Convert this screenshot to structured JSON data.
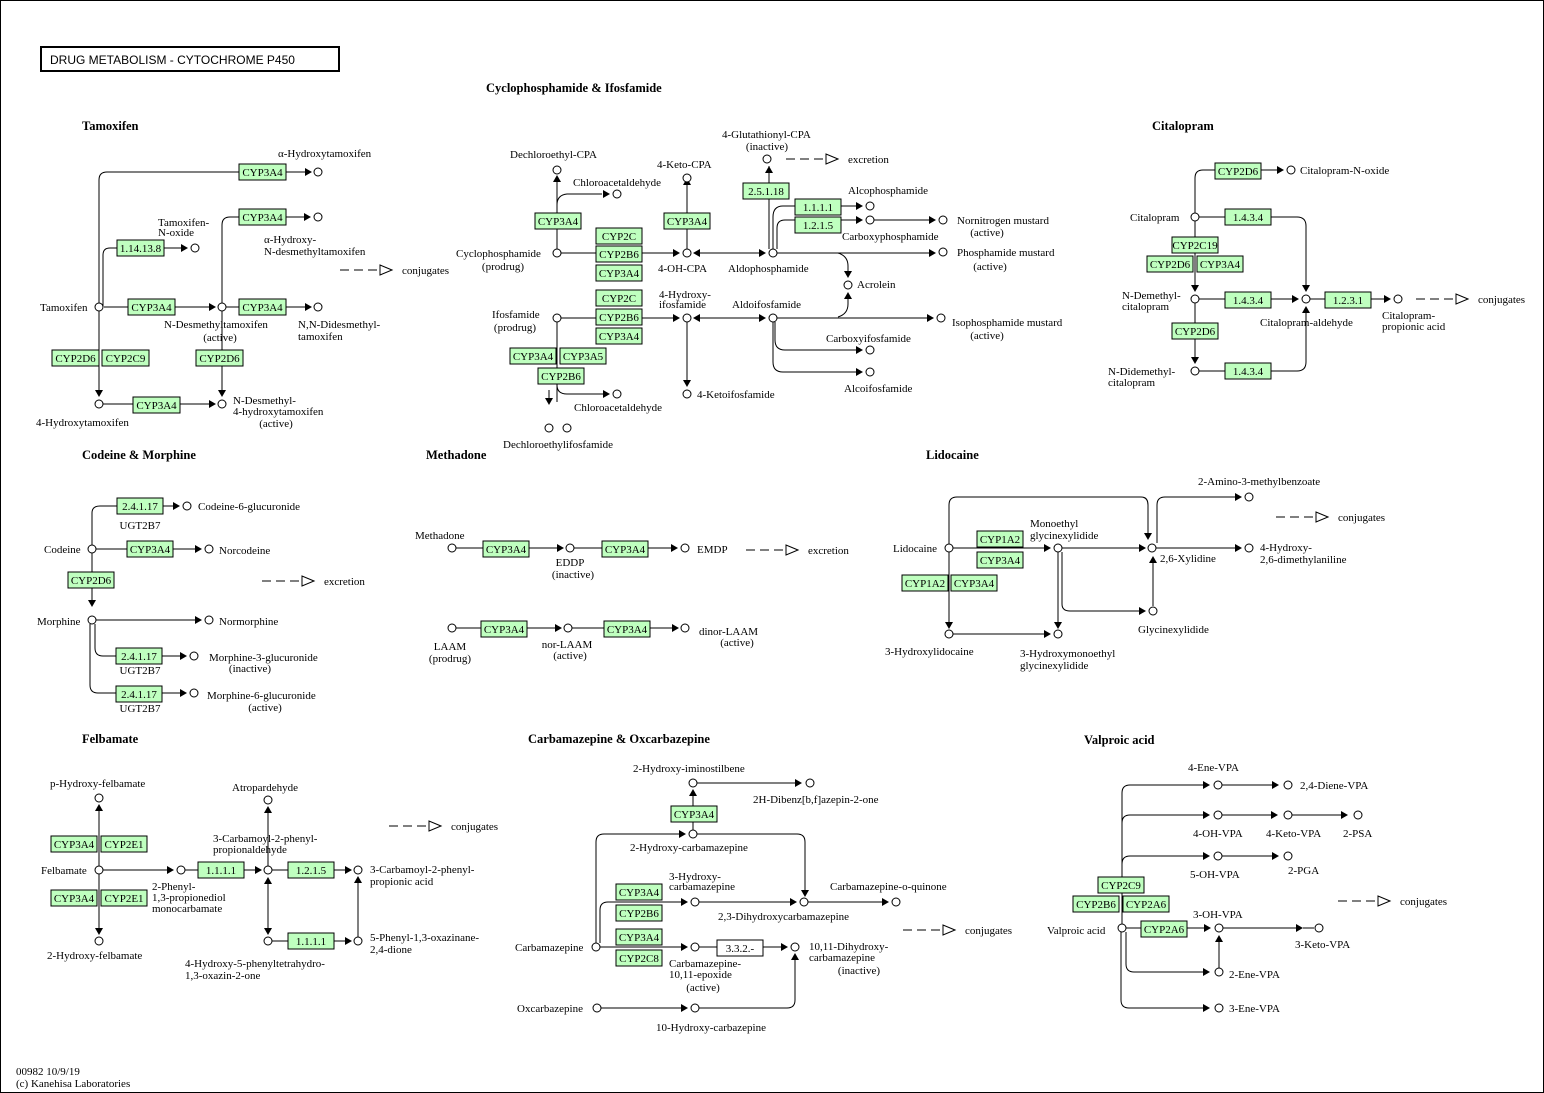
{
  "map": {
    "title": "DRUG  METABOLISM - CYTOCHROME P450",
    "footer_id": "00982 10/9/19",
    "footer_copyright": "(c) Kanehisa Laboratories",
    "colors": {
      "enzyme_fill": "#bfffbf",
      "line": "#000000",
      "background": "#ffffff"
    }
  },
  "sections": {
    "tamoxifen": {
      "title": "Tamoxifen",
      "compounds": [
        "Tamoxifen",
        "α-Hydroxytamoxifen",
        "Tamoxifen-",
        "N-oxide",
        "α-Hydroxy-",
        "N-desmethyltamoxifen",
        "N-Desmethyltamoxifen",
        "(active)",
        "N,N-Didesmethyl-",
        "tamoxifen",
        "4-Hydroxytamoxifen",
        "N-Desmethyl-",
        "4-hydroxytamoxifen",
        "(active)"
      ],
      "enzymes": [
        "CYP3A4",
        "CYP3A4",
        "1.14.13.8",
        "CYP3A4",
        "CYP3A4",
        "CYP2D6",
        "CYP2C9",
        "CYP2D6",
        "CYP3A4"
      ],
      "legend": "conjugates"
    },
    "cyclophosphamide": {
      "title": "Cyclophosphamide & Ifosfamide",
      "compounds": [
        "Dechloroethyl-CPA",
        "Chloroacetaldehyde",
        "4-Keto-CPA",
        "4-Glutathionyl-CPA",
        "(inactive)",
        "Alcophosphamide",
        "Nornitrogen mustard",
        "(active)",
        "Carboxyphosphamide",
        "Cyclophosphamide",
        "(prodrug)",
        "4-OH-CPA",
        "Aldophosphamide",
        "Phosphamide mustard",
        "(active)",
        "Acrolein",
        "Ifosfamide",
        "(prodrug)",
        "4-Hydroxy-",
        "ifosfamide",
        "Aldoifosfamide",
        "Isophosphamide mustard",
        "(active)",
        "Carboxyifosfamide",
        "Alcoifosfamide",
        "4-Ketoifosfamide",
        "Chloroacetaldehyde",
        "Dechloroethylifosfamide"
      ],
      "enzymes": [
        "CYP3A4",
        "CYP2C",
        "CYP2B6",
        "CYP3A4",
        "CYP3A4",
        "2.5.1.18",
        "1.1.1.1",
        "1.2.1.5",
        "CYP2C",
        "CYP2B6",
        "CYP3A4",
        "CYP3A4",
        "CYP3A5",
        "CYP2B6"
      ],
      "legend": "excretion"
    },
    "citalopram": {
      "title": "Citalopram",
      "compounds": [
        "Citalopram-N-oxide",
        "Citalopram",
        "N-Demethyl-",
        "citalopram",
        "Citalopram-aldehyde",
        "Citalopram-",
        "propionic acid",
        "N-Didemethyl-",
        "citalopram"
      ],
      "enzymes": [
        "CYP2D6",
        "1.4.3.4",
        "CYP2C19",
        "CYP2D6",
        "CYP3A4",
        "1.4.3.4",
        "1.2.3.1",
        "CYP2D6",
        "1.4.3.4"
      ],
      "legend": "conjugates"
    },
    "codeine": {
      "title": "Codeine & Morphine",
      "compounds": [
        "Codeine-6-glucuronide",
        "Codeine",
        "Norcodeine",
        "Morphine",
        "Normorphine",
        "Morphine-3-glucuronide",
        "(inactive)",
        "Morphine-6-glucuronide",
        "(active)"
      ],
      "enzymes": [
        "2.4.1.17",
        "CYP3A4",
        "CYP2D6",
        "2.4.1.17",
        "2.4.1.17"
      ],
      "gene_labels": [
        "UGT2B7",
        "UGT2B7",
        "UGT2B7"
      ],
      "legend": "excretion"
    },
    "methadone": {
      "title": "Methadone",
      "compounds": [
        "Methadone",
        "EDDP",
        "(inactive)",
        "EMDP",
        "LAAM",
        "(prodrug)",
        "nor-LAAM",
        "(active)",
        "dinor-LAAM",
        "(active)"
      ],
      "enzymes": [
        "CYP3A4",
        "CYP3A4",
        "CYP3A4",
        "CYP3A4"
      ],
      "legend": "excretion"
    },
    "lidocaine": {
      "title": "Lidocaine",
      "compounds": [
        "2-Amino-3-methylbenzoate",
        "Lidocaine",
        "Monoethyl",
        "glycinexylidide",
        "2,6-Xylidine",
        "4-Hydroxy-",
        "2,6-dimethylaniline",
        "Glycinexylidide",
        "3-Hydroxylidocaine",
        "3-Hydroxymonoethyl",
        "glycinexylidide"
      ],
      "enzymes": [
        "CYP1A2",
        "CYP3A4",
        "CYP1A2",
        "CYP3A4"
      ],
      "legend": "conjugates"
    },
    "felbamate": {
      "title": "Felbamate",
      "compounds": [
        "p-Hydroxy-felbamate",
        "Atropardehyde",
        "3-Carbamoyl-2-phenyl-",
        "propionaldehyde",
        "Felbamate",
        "2-Phenyl-",
        "1,3-propionediol",
        "monocarbamate",
        "3-Carbamoyl-2-phenyl-",
        "propionic acid",
        "2-Hydroxy-felbamate",
        "4-Hydroxy-5-phenyltetrahydro-",
        "1,3-oxazin-2-one",
        "5-Phenyl-1,3-oxazinane-",
        "2,4-dione"
      ],
      "enzymes": [
        "CYP3A4",
        "CYP2E1",
        "CYP3A4",
        "CYP2E1",
        "1.1.1.1",
        "1.2.1.5",
        "1.1.1.1"
      ],
      "legend": "conjugates"
    },
    "carbamazepine": {
      "title": "Carbamazepine & Oxcarbazepine",
      "compounds": [
        "2-Hydroxy-iminostilbene",
        "2H-Dibenz[b,f]azepin-2-one",
        "2-Hydroxy-carbamazepine",
        "3-Hydroxy-",
        "carbamazepine",
        "Carbamazepine-o-quinone",
        "2,3-Dihydroxycarbamazepine",
        "Carbamazepine",
        "Carbamazepine-",
        "10,11-epoxide",
        "(active)",
        "10,11-Dihydroxy-",
        "carbamazepine",
        "(inactive)",
        "Oxcarbazepine",
        "10-Hydroxy-carbazepine"
      ],
      "enzymes": [
        "CYP3A4",
        "CYP3A4",
        "CYP2B6",
        "CYP3A4",
        "CYP2C8",
        "3.3.2.-"
      ],
      "legend": "conjugates"
    },
    "valproic": {
      "title": "Valproic acid",
      "compounds": [
        "4-Ene-VPA",
        "2,4-Diene-VPA",
        "4-OH-VPA",
        "4-Keto-VPA",
        "2-PSA",
        "5-OH-VPA",
        "2-PGA",
        "3-OH-VPA",
        "Valproic acid",
        "3-Keto-VPA",
        "2-Ene-VPA",
        "3-Ene-VPA"
      ],
      "enzymes": [
        "CYP2C9",
        "CYP2B6",
        "CYP2A6",
        "CYP2A6"
      ],
      "legend": "conjugates"
    }
  }
}
